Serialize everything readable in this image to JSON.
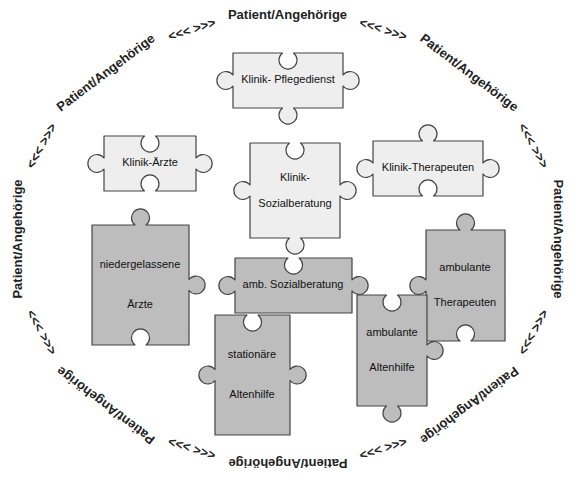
{
  "diagram": {
    "nodes": [
      {
        "text": [
          "Klinik- Pflegedienst"
        ]
      },
      {
        "text": [
          "Klinik-Ärzte"
        ]
      },
      {
        "text": [
          "Klinik- Sozialberatung"
        ]
      },
      {
        "text": [
          "Klinik-Therapeuten"
        ]
      },
      {
        "text": [
          "niedergelassene Ärzte"
        ]
      },
      {
        "text": [
          "amb. Sozialberatung"
        ]
      },
      {
        "text": [
          "ambulante Therapeuten"
        ]
      },
      {
        "text": [
          "stationäre Altenhilfe"
        ]
      },
      {
        "text": [
          "ambulante Altenhilfe"
        ]
      }
    ],
    "labels": [
      "Patient/Angehörige",
      "<<< >>>",
      "Patient/Angehörige",
      "<<< >>>",
      "Patient/Angehörige",
      "<<< >>>",
      "Patient/Angehörige",
      "<<< >>>",
      "Patient/Angehörige",
      "<<< >>>",
      "Patient/Angehörige",
      "<<< >>>",
      "Patient/Angehörige",
      "<<< >>>",
      "Patient/Angehörige",
      "<<< >>>"
    ]
  }
}
